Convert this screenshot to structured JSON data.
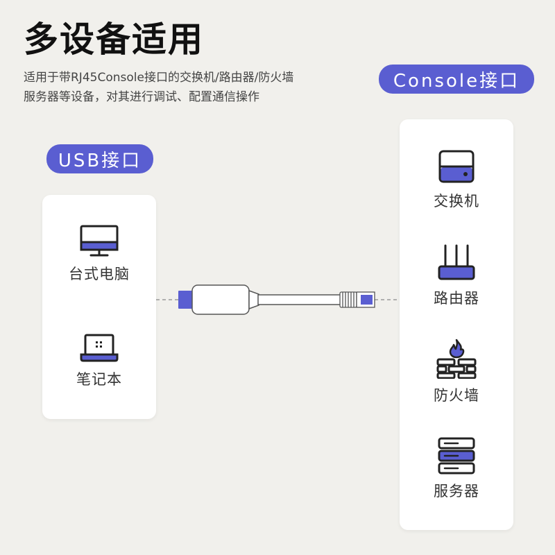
{
  "header": {
    "title": "多设备适用",
    "description_line1": "适用于带RJ45Console接口的交换机/路由器/防火墙",
    "description_line2": "服务器等设备，对其进行调试、配置通信操作"
  },
  "usb_side": {
    "badge": "USB接口",
    "devices": [
      {
        "label": "台式电脑",
        "icon": "desktop-monitor-icon"
      },
      {
        "label": "笔记本",
        "icon": "laptop-icon"
      }
    ]
  },
  "console_side": {
    "badge": "Console接口",
    "devices": [
      {
        "label": "交换机",
        "icon": "switch-icon"
      },
      {
        "label": "路由器",
        "icon": "router-icon"
      },
      {
        "label": "防火墙",
        "icon": "firewall-icon"
      },
      {
        "label": "服务器",
        "icon": "server-icon"
      }
    ]
  },
  "colors": {
    "accent": "#5a5ed1",
    "background": "#f1f0ec",
    "icon_stroke": "#222222"
  }
}
